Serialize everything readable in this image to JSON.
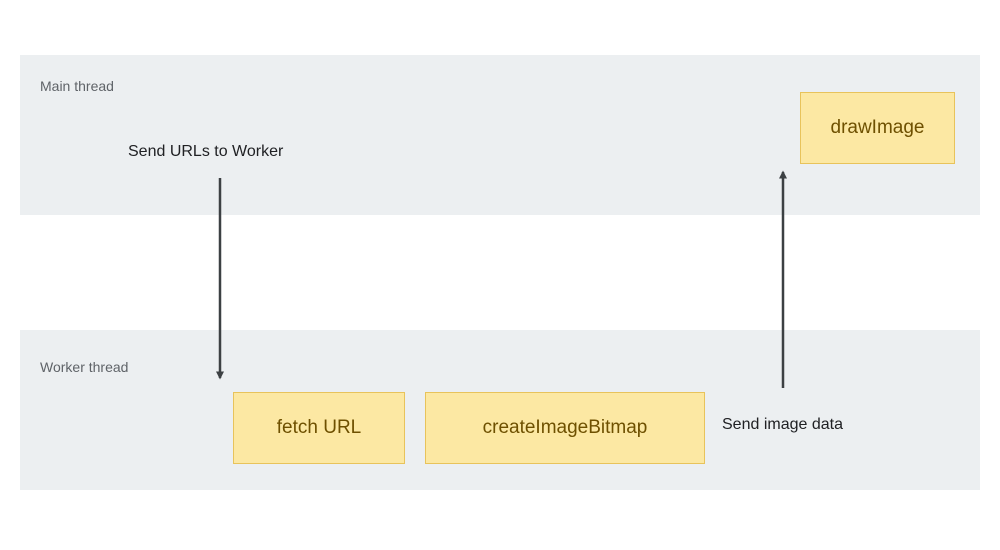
{
  "diagram": {
    "main_thread": {
      "label": "Main thread"
    },
    "worker_thread": {
      "label": "Worker thread"
    },
    "annotations": {
      "send_urls": "Send URLs to Worker",
      "send_image_data": "Send image data"
    },
    "boxes": {
      "draw_image": "drawImage",
      "fetch_url": "fetch URL",
      "create_image_bitmap": "createImageBitmap"
    },
    "colors": {
      "band_bg": "#ECEFF1",
      "band_label": "#5F6368",
      "box_fill": "#FCE8A3",
      "box_border": "#E8C35B",
      "box_text": "#6E5000",
      "annotation_text": "#202124",
      "arrow": "#3C4043"
    }
  }
}
